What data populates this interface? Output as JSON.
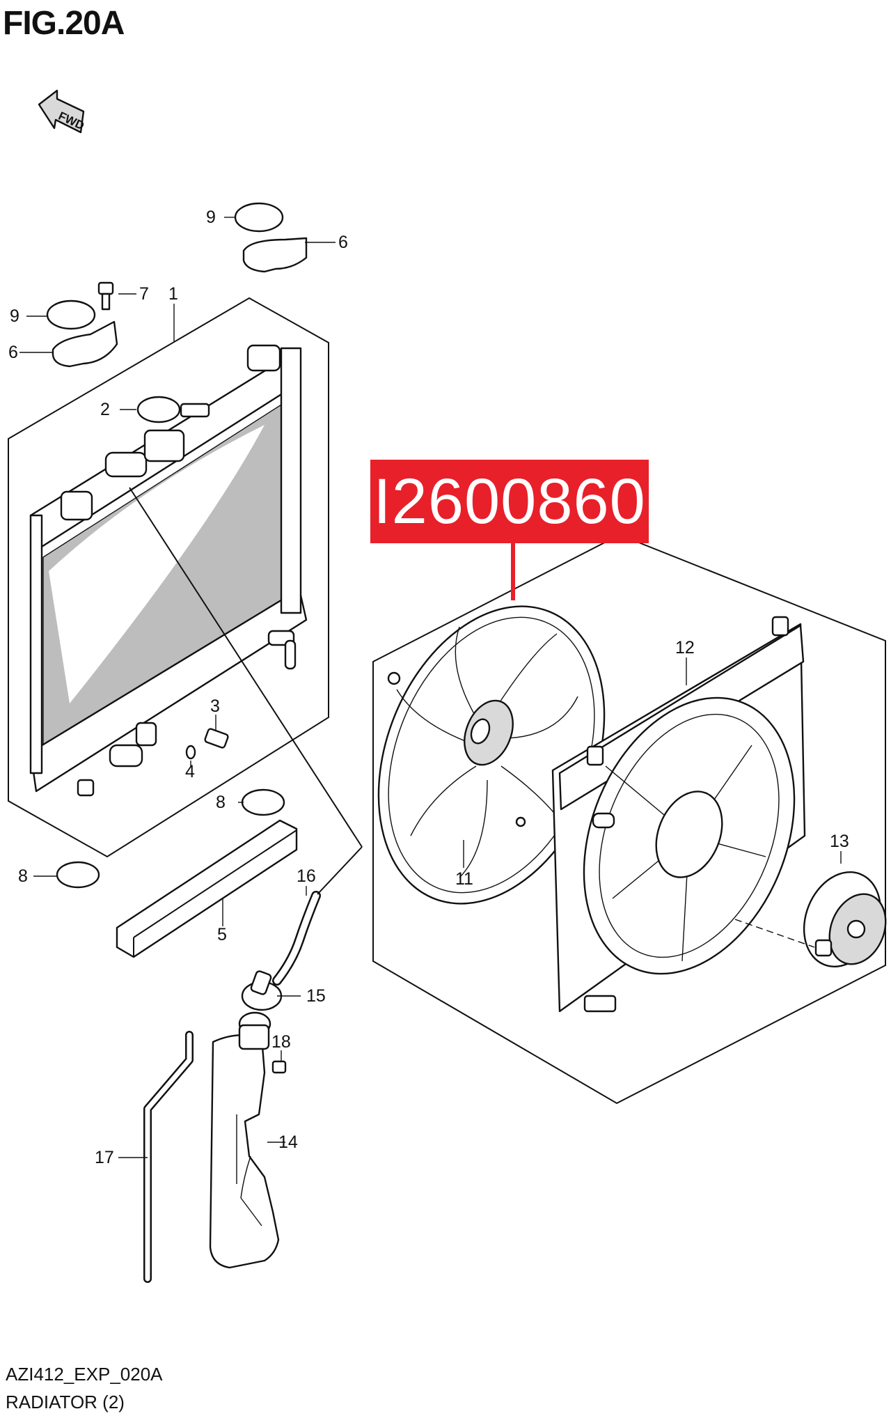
{
  "figure": {
    "title": "FIG.20A",
    "direction_badge": "FWD",
    "code": "AZI412_EXP_020A",
    "name": "RADIATOR (2)"
  },
  "callout": {
    "text": "I2600860",
    "color": "#e8202a"
  },
  "callouts": [
    {
      "label": "1"
    },
    {
      "label": "2"
    },
    {
      "label": "3"
    },
    {
      "label": "4"
    },
    {
      "label": "5"
    },
    {
      "label": "6"
    },
    {
      "label": "6"
    },
    {
      "label": "7"
    },
    {
      "label": "8"
    },
    {
      "label": "8"
    },
    {
      "label": "9"
    },
    {
      "label": "9"
    },
    {
      "label": "11"
    },
    {
      "label": "12"
    },
    {
      "label": "13"
    },
    {
      "label": "14"
    },
    {
      "label": "15"
    },
    {
      "label": "16"
    },
    {
      "label": "17"
    },
    {
      "label": "18"
    }
  ]
}
